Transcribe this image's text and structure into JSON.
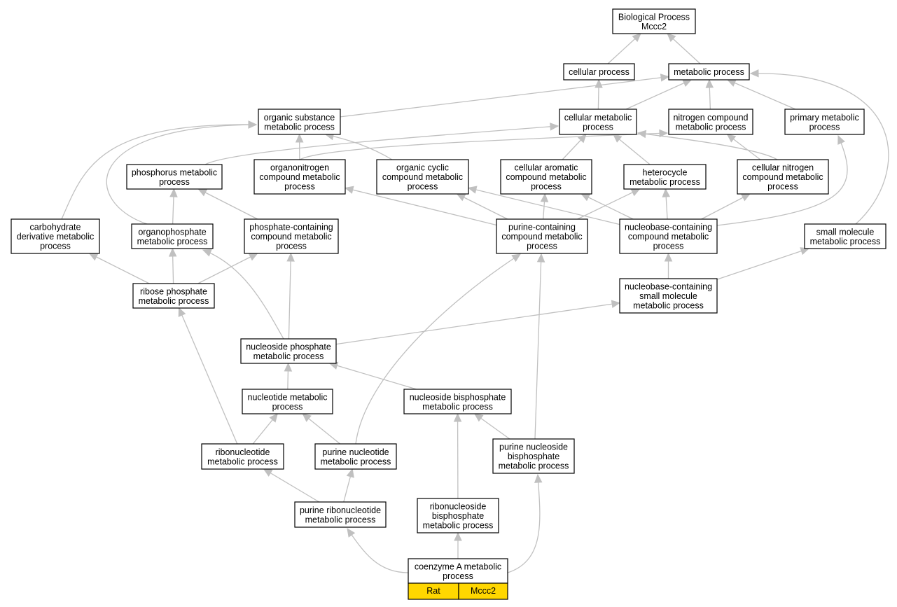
{
  "colors": {
    "edge": "#c0c0c0",
    "node_fill": "#ffffff",
    "node_stroke": "#000000",
    "highlight": "#ffd700"
  },
  "nodes": {
    "root": [
      "Biological Process",
      "Mccc2"
    ],
    "cellular_process": [
      "cellular process"
    ],
    "metabolic_process": [
      "metabolic process"
    ],
    "organic_substance": [
      "organic substance",
      "metabolic process"
    ],
    "cellular_metabolic": [
      "cellular metabolic",
      "process"
    ],
    "nitrogen_compound": [
      "nitrogen compound",
      "metabolic process"
    ],
    "primary_metabolic": [
      "primary metabolic",
      "process"
    ],
    "phosphorus_metabolic": [
      "phosphorus metabolic",
      "process"
    ],
    "organonitrogen": [
      "organonitrogen",
      "compound metabolic",
      "process"
    ],
    "organic_cyclic": [
      "organic cyclic",
      "compound metabolic",
      "process"
    ],
    "cellular_aromatic": [
      "cellular aromatic",
      "compound metabolic",
      "process"
    ],
    "heterocycle": [
      "heterocycle",
      "metabolic process"
    ],
    "cellular_nitrogen": [
      "cellular nitrogen",
      "compound metabolic",
      "process"
    ],
    "carbohydrate_derivative": [
      "carbohydrate",
      "derivative metabolic",
      "process"
    ],
    "organophosphate": [
      "organophosphate",
      "metabolic process"
    ],
    "phosphate_containing": [
      "phosphate-containing",
      "compound metabolic",
      "process"
    ],
    "purine_containing": [
      "purine-containing",
      "compound metabolic",
      "process"
    ],
    "nucleobase_containing": [
      "nucleobase-containing",
      "compound metabolic",
      "process"
    ],
    "small_molecule": [
      "small molecule",
      "metabolic process"
    ],
    "ribose_phosphate": [
      "ribose phosphate",
      "metabolic process"
    ],
    "nucleobase_small": [
      "nucleobase-containing",
      "small molecule",
      "metabolic process"
    ],
    "nucleoside_phosphate": [
      "nucleoside phosphate",
      "metabolic process"
    ],
    "nucleotide_metabolic": [
      "nucleotide metabolic",
      "process"
    ],
    "nucleoside_bisphosphate": [
      "nucleoside bisphosphate",
      "metabolic process"
    ],
    "ribonucleotide": [
      "ribonucleotide",
      "metabolic process"
    ],
    "purine_nucleotide": [
      "purine nucleotide",
      "metabolic process"
    ],
    "purine_nucleoside_bis": [
      "purine nucleoside",
      "bisphosphate",
      "metabolic process"
    ],
    "purine_ribonucleotide": [
      "purine ribonucleotide",
      "metabolic process"
    ],
    "ribonucleoside_bis": [
      "ribonucleoside",
      "bisphosphate",
      "metabolic process"
    ],
    "coenzyme_a": [
      "coenzyme A metabolic",
      "process"
    ]
  },
  "annotation": {
    "organism": "Rat",
    "gene": "Mccc2"
  }
}
